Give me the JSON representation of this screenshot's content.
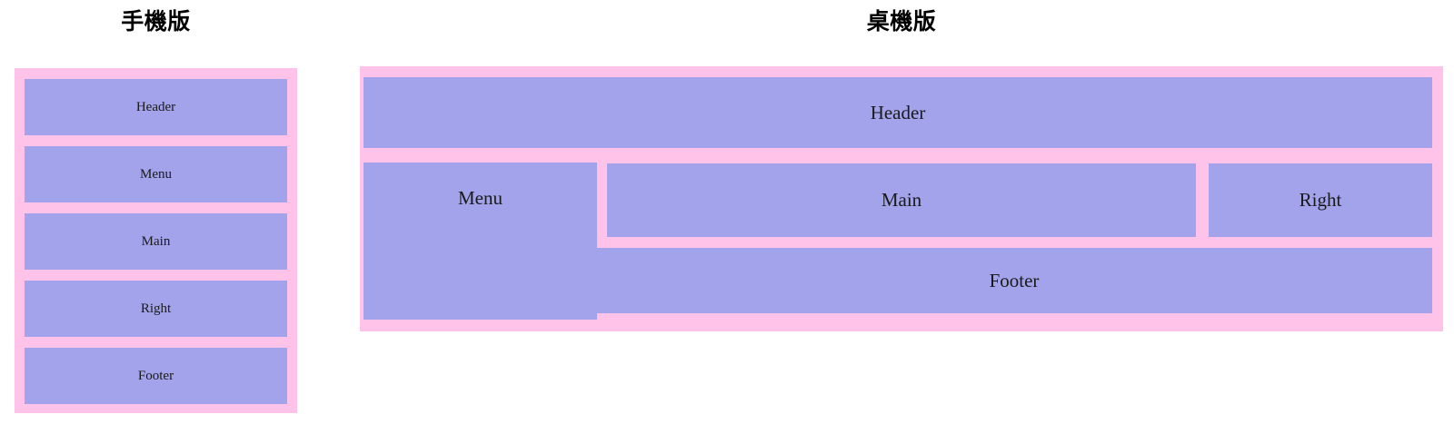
{
  "page": {
    "background_color": "#ffffff",
    "frame_color": "#ffc2e8",
    "box_color": "#a3a3ec",
    "text_color": "#1a1a1a"
  },
  "sections": {
    "mobile": {
      "title": "手機版",
      "boxes": [
        {
          "label": "Header"
        },
        {
          "label": "Menu"
        },
        {
          "label": "Main"
        },
        {
          "label": "Right"
        },
        {
          "label": "Footer"
        }
      ]
    },
    "desktop": {
      "title": "桌機版",
      "boxes": [
        {
          "label": "Header"
        },
        {
          "label": "Menu"
        },
        {
          "label": "Main"
        },
        {
          "label": "Right"
        },
        {
          "label": "Footer"
        }
      ]
    }
  }
}
